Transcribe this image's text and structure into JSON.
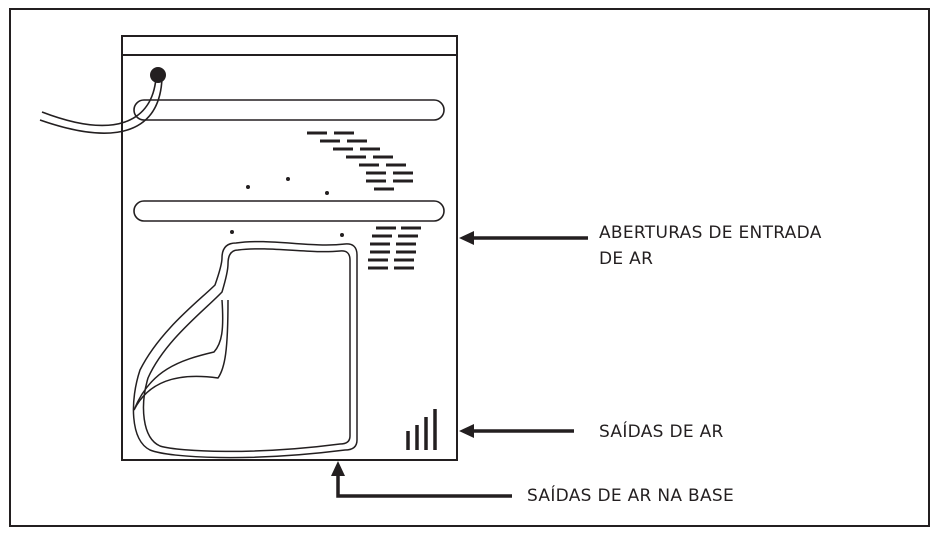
{
  "labels": {
    "intake_vents": "ABERTURAS DE ENTRADA\nDE AR",
    "side_outlets": "SAÍDAS DE AR",
    "base_outlets": "SAÍDAS DE AR NA BASE"
  },
  "colors": {
    "line": "#231f20",
    "background": "#ffffff"
  }
}
